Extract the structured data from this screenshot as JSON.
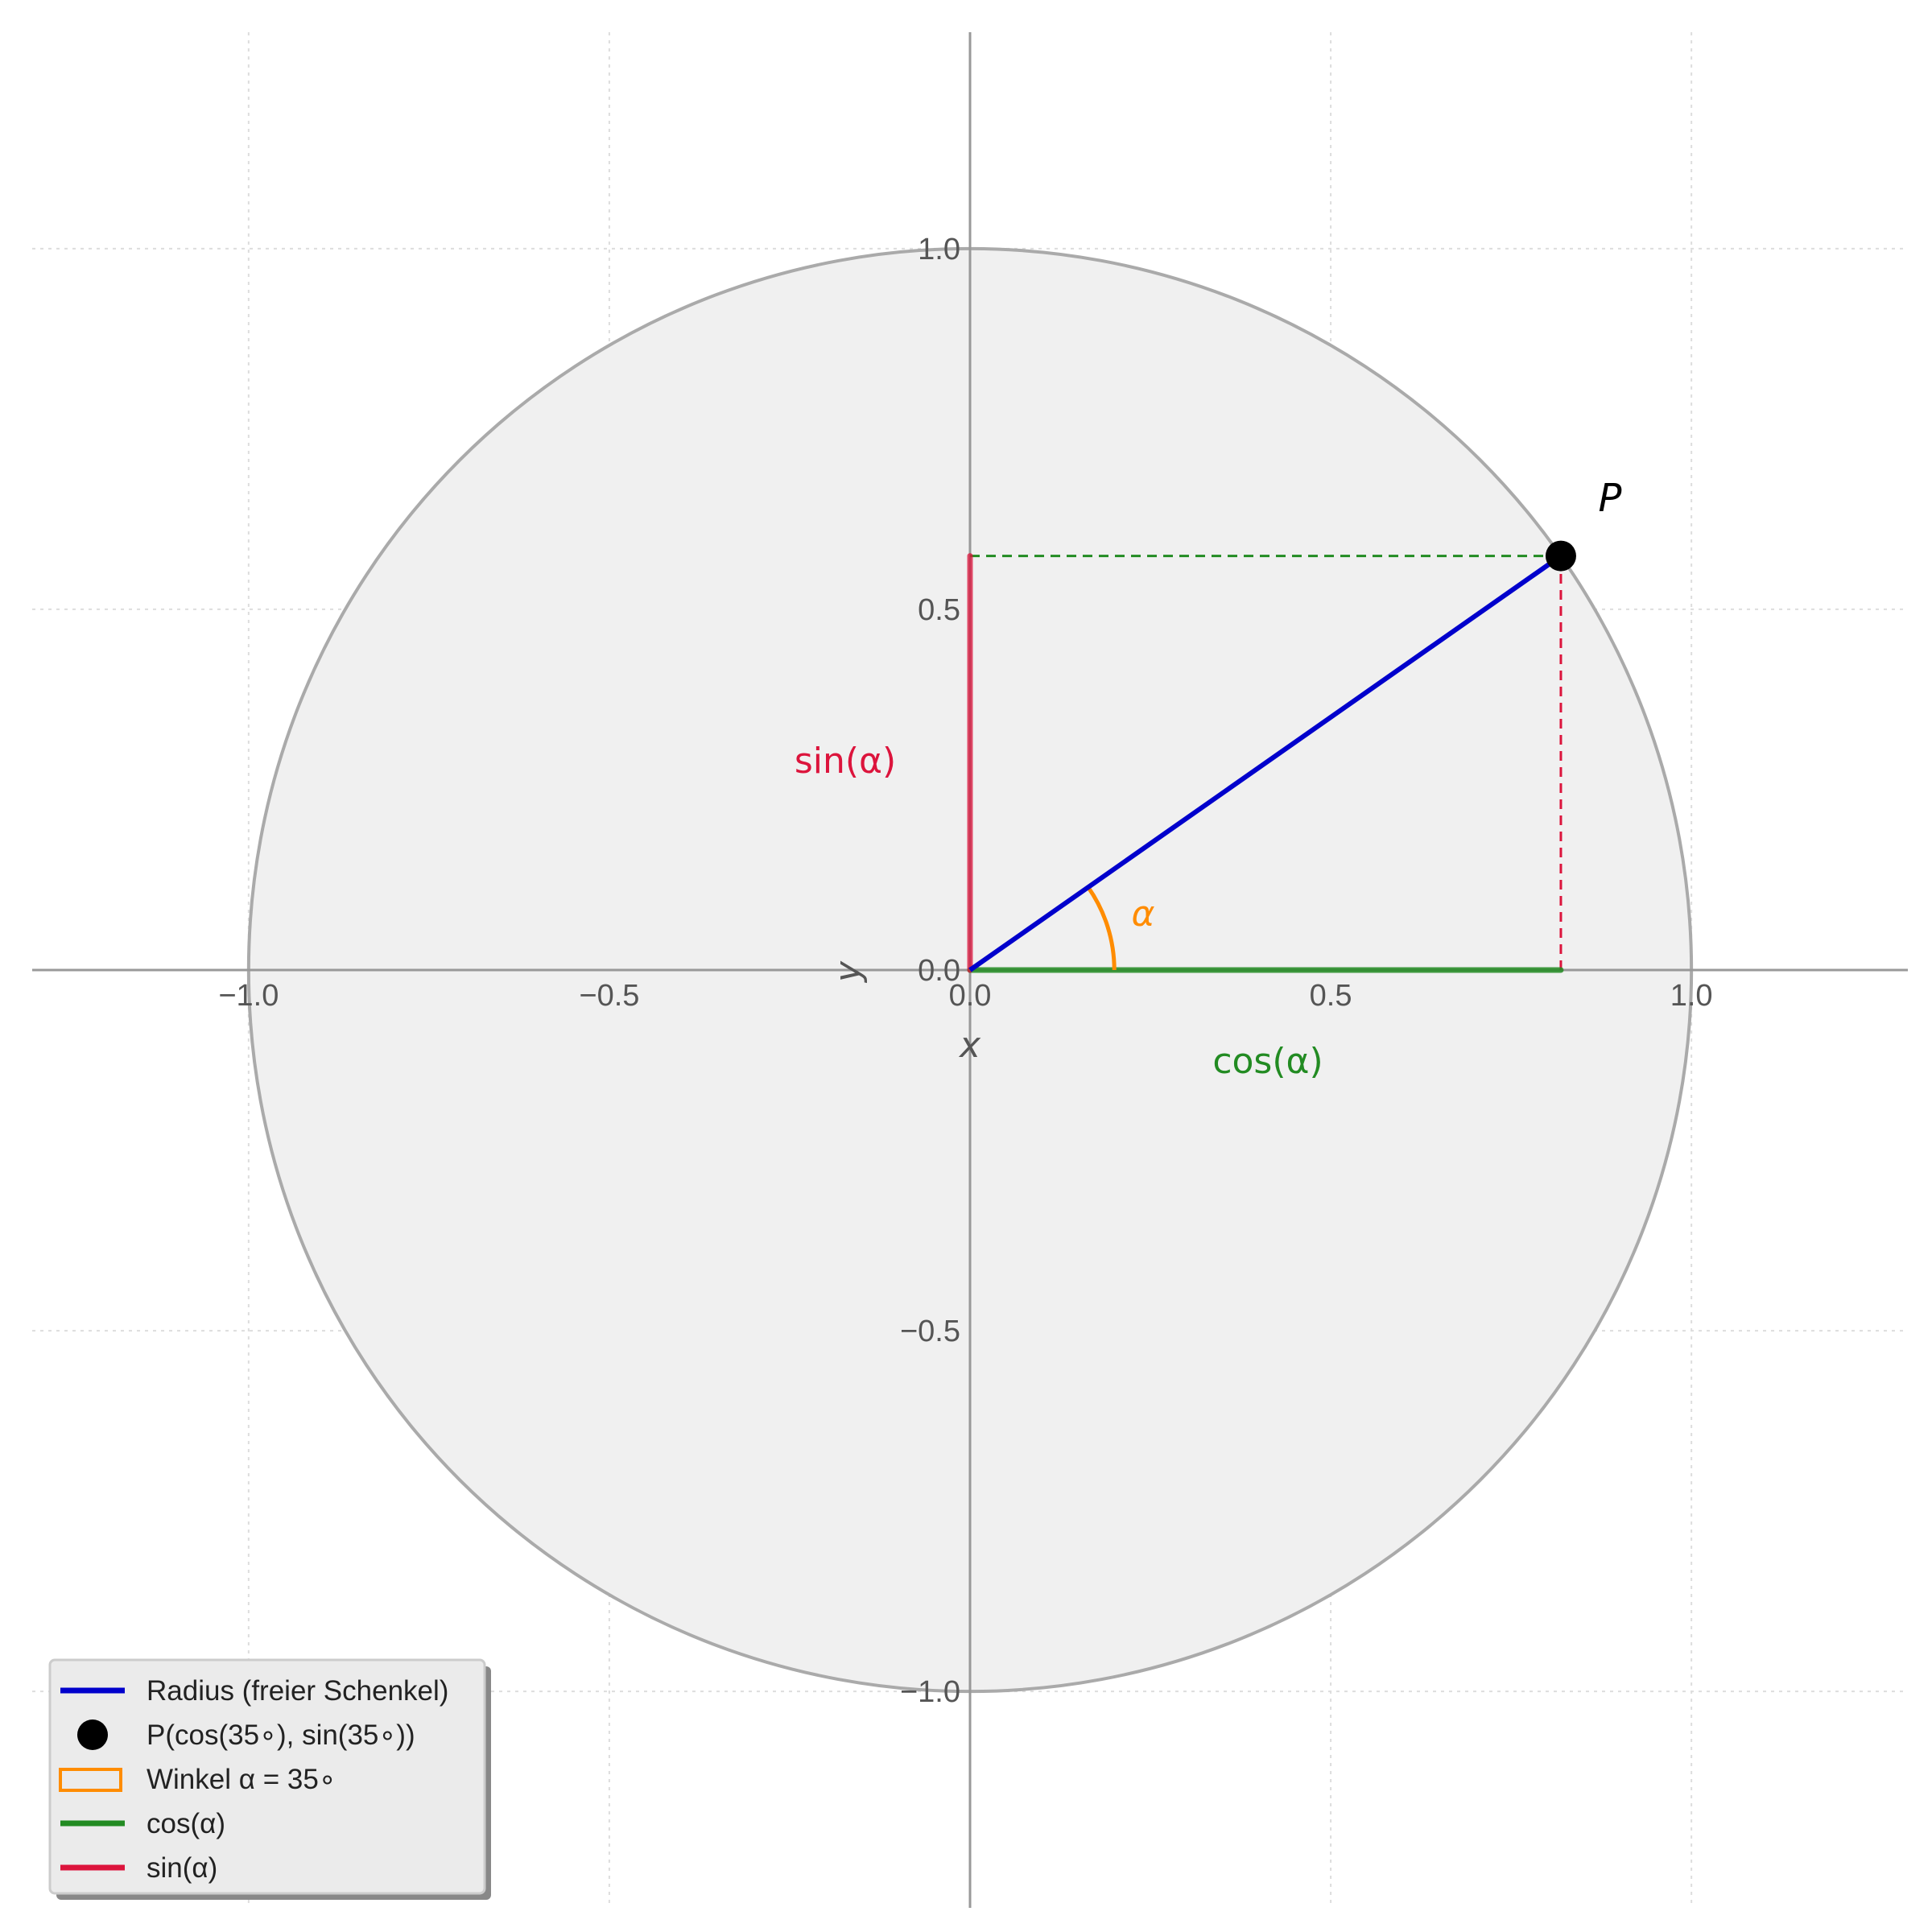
{
  "chart_data": {
    "type": "line",
    "xlim": [
      -1.3,
      1.3
    ],
    "ylim": [
      -1.3,
      1.3
    ],
    "grid": true,
    "aspect": "equal",
    "legend_position": "lower-left",
    "x_ticks": [
      -1.0,
      -0.5,
      0.0,
      0.5,
      1.0
    ],
    "y_ticks": [
      -1.0,
      -0.5,
      0.0,
      0.5,
      1.0
    ],
    "x_tick_labels": [
      "−1.0",
      "−0.5",
      "0.0",
      "0.5",
      "1.0"
    ],
    "y_tick_labels": [
      "−1.0",
      "−0.5",
      "0.0",
      "0.5",
      "1.0"
    ],
    "xlabel": "x",
    "ylabel": "y",
    "angle_deg": 35,
    "unit_circle": {
      "center": [
        0,
        0
      ],
      "radius": 1
    },
    "point_P": {
      "x": 0.819,
      "y": 0.574,
      "label": "P"
    },
    "cos_segment": {
      "from": [
        0,
        0
      ],
      "to": [
        0.819,
        0
      ]
    },
    "sin_segment": {
      "from": [
        0,
        0
      ],
      "to": [
        0,
        0.574
      ]
    },
    "annotations": {
      "sin": "sin(α)",
      "cos": "cos(α)",
      "alpha": "α",
      "p": "P"
    },
    "legend": [
      {
        "label": "Radius (freier Schenkel)",
        "kind": "line",
        "color": "#0000cc"
      },
      {
        "label": "P(cos(35∘), sin(35∘))",
        "kind": "marker",
        "color": "#000000"
      },
      {
        "label": "Winkel α = 35∘",
        "kind": "patch",
        "color": "#ff8c00"
      },
      {
        "label": "cos(α)",
        "kind": "line",
        "color": "#228b22"
      },
      {
        "label": "sin(α)",
        "kind": "line",
        "color": "#dc143c"
      }
    ],
    "colors": {
      "radius": "#0000cc",
      "cos": "#228b22",
      "sin": "#dc143c",
      "angle": "#ff8c00",
      "circle_fill": "#f0f0f0",
      "circle_edge": "#aaaaaa",
      "axis": "#999999",
      "grid": "#dddddd",
      "point": "#000000"
    }
  }
}
